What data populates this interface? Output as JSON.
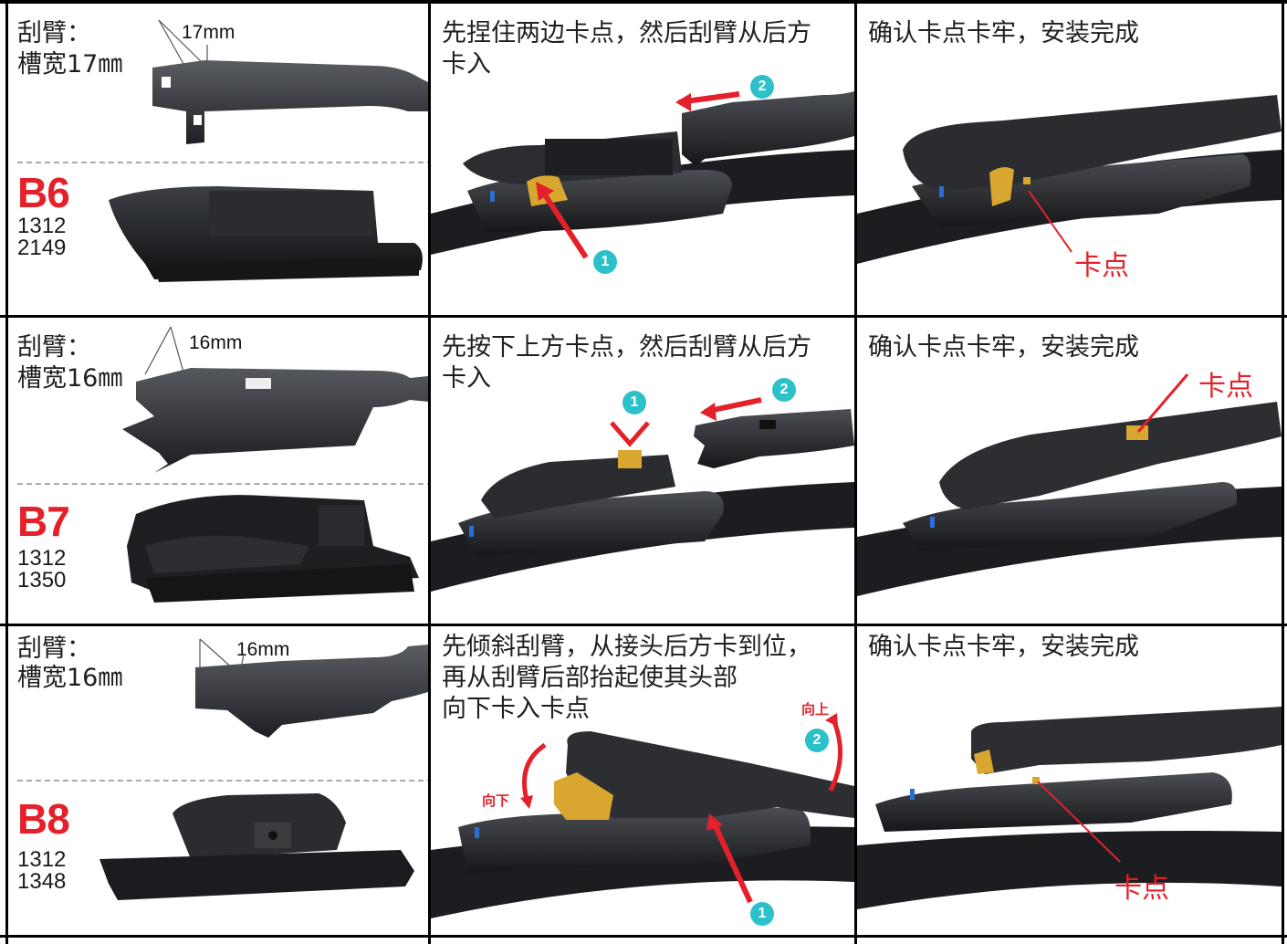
{
  "rows": [
    {
      "spec": {
        "label": "刮臂：",
        "width_text": "槽宽17㎜",
        "measure": "17mm",
        "model": "B6",
        "codes": [
          "1312",
          "2149"
        ]
      },
      "step1": {
        "text": "先捏住两边卡点，然后刮臂从后方\n卡入",
        "badge1": "1",
        "badge2": "2"
      },
      "step2": {
        "text": "确认卡点卡牢，安装完成",
        "callout": "卡点"
      }
    },
    {
      "spec": {
        "label": "刮臂：",
        "width_text": "槽宽16㎜",
        "measure": "16mm",
        "model": "B7",
        "codes": [
          "1312",
          "1350"
        ]
      },
      "step1": {
        "text": "先按下上方卡点，然后刮臂从后方\n卡入",
        "badge1": "1",
        "badge2": "2"
      },
      "step2": {
        "text": "确认卡点卡牢，安装完成",
        "callout": "卡点"
      }
    },
    {
      "spec": {
        "label": "刮臂：",
        "width_text": "槽宽16㎜",
        "measure": "16mm",
        "model": "B8",
        "codes": [
          "1312",
          "1348"
        ]
      },
      "step1": {
        "text": "先倾斜刮臂，从接头后方卡到位，\n再从刮臂后部抬起使其头部\n向下卡入卡点",
        "badge1": "1",
        "badge2": "2",
        "down_label": "向下",
        "up_label": "向上"
      },
      "step2": {
        "text": "确认卡点卡牢，安装完成",
        "callout": "卡点"
      }
    }
  ],
  "colors": {
    "accent_red": "#e4202a",
    "badge_teal": "#2cc1c9",
    "clip_gold": "#d9a630",
    "clip_blue": "#2a6fd6"
  }
}
